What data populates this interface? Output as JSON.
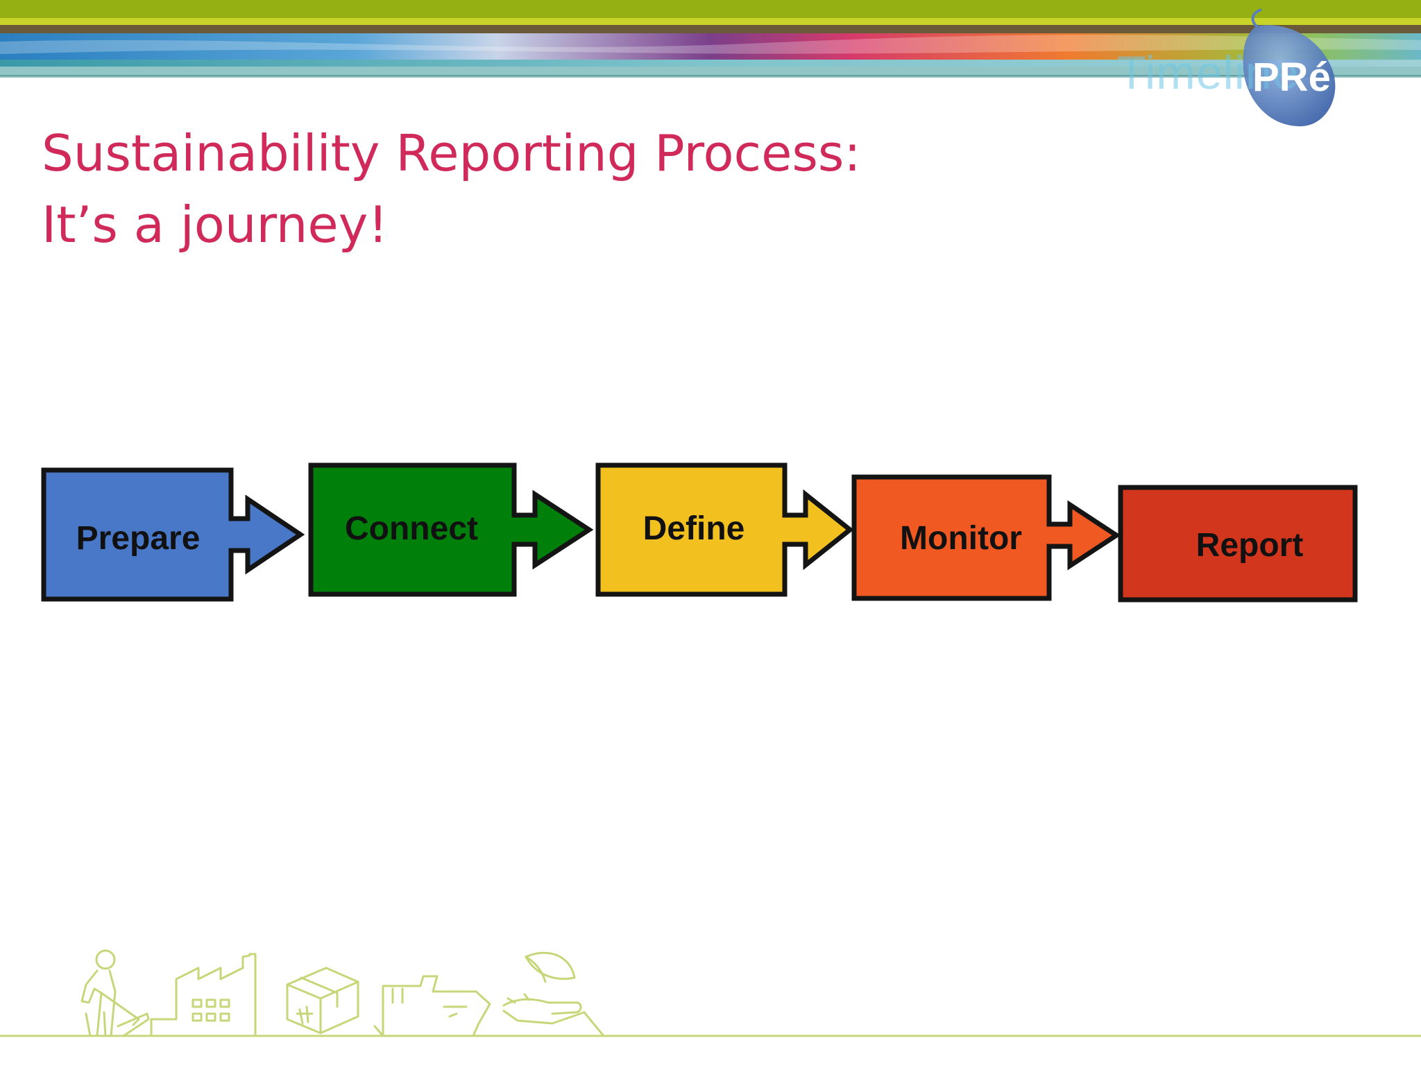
{
  "slide": {
    "title_line1": "Sustainability Reporting Process:",
    "title_line2": "It’s a journey!"
  },
  "logo": {
    "word": "Timeline",
    "mark": "PRé"
  },
  "process": {
    "steps": [
      {
        "label": "Prepare",
        "color": "#4a78c8"
      },
      {
        "label": "Connect",
        "color": "#00800a"
      },
      {
        "label": "Define",
        "color": "#f2c11f"
      },
      {
        "label": "Monitor",
        "color": "#f05a22"
      },
      {
        "label": "Report",
        "color": "#d2361c"
      }
    ]
  },
  "colors": {
    "title": "#cf2a5a",
    "footer_line": "#c8d67a",
    "top_band_green": "#95b012"
  },
  "footer": {
    "icons": [
      "worker-icon",
      "factory-icon",
      "package-icon",
      "ship-icon",
      "hand-leaf-icon"
    ]
  }
}
